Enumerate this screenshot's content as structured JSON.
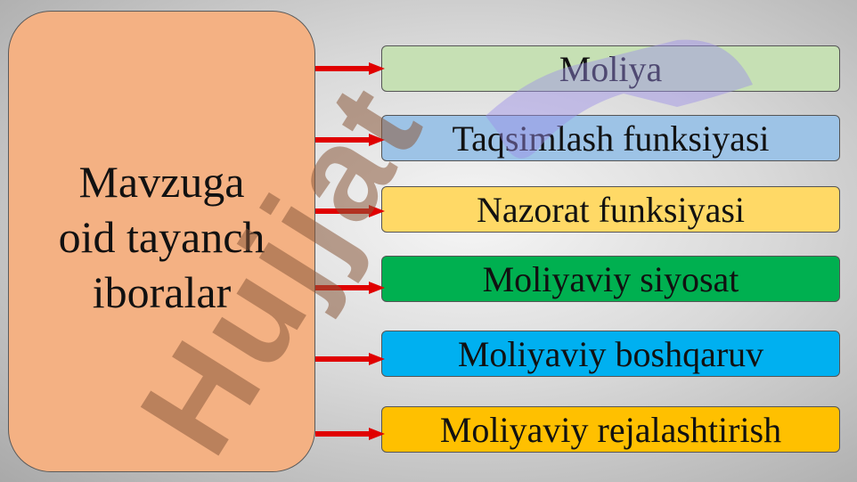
{
  "main": {
    "title": "Mavzuga\noid tayanch\niboralar",
    "color": "#f4b183"
  },
  "items": [
    {
      "label": "Moliya",
      "color": "#c6e0b4"
    },
    {
      "label": "Taqsimlash funksiyasi",
      "color": "#9dc3e6"
    },
    {
      "label": "Nazorat funksiyasi",
      "color": "#ffd966"
    },
    {
      "label": "Moliyaviy siyosat",
      "color": "#00b050"
    },
    {
      "label": "Moliyaviy boshqaruv",
      "color": "#00b0f0"
    },
    {
      "label": "Moliyaviy rejalashtirish",
      "color": "#ffc000"
    }
  ],
  "arrow_color": "#e00000",
  "watermark": {
    "text": "Hujjat",
    "text_color": "#8b5a3c",
    "accent_color": "#9b8fe8"
  }
}
